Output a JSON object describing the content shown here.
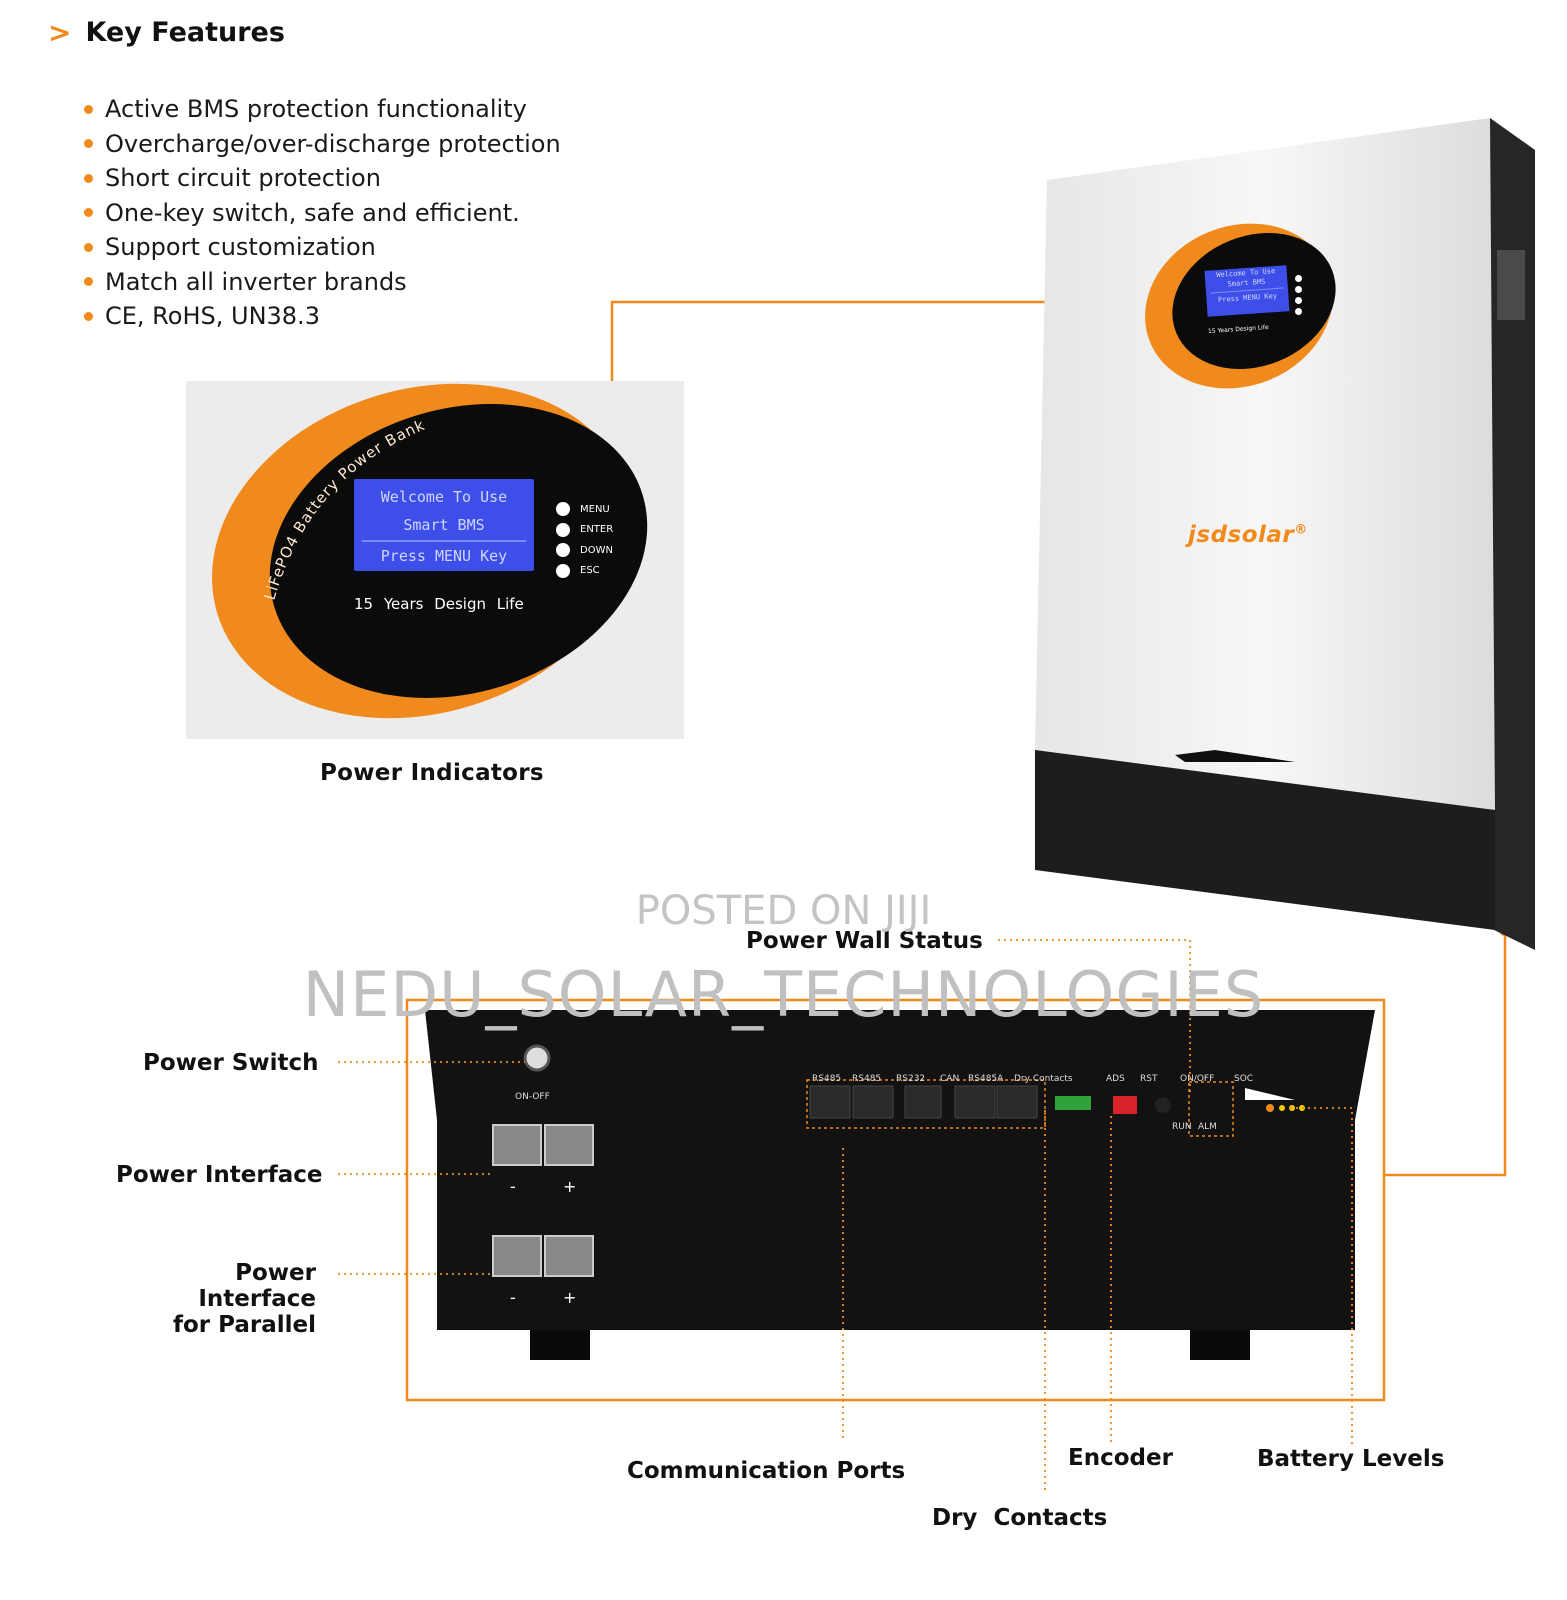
{
  "header": {
    "title": "Key Features"
  },
  "features": [
    "Active BMS protection functionality",
    "Overcharge/over-discharge protection",
    "Short circuit protection",
    "One-key switch, safe and efficient.",
    "Support customization",
    "Match all inverter brands",
    "CE, RoHS, UN38.3"
  ],
  "zoom": {
    "arc_text": "LiFePO4 Battery Power Bank",
    "lcd_line1": "Welcome To Use",
    "lcd_line2": "Smart BMS",
    "lcd_line3": "Press MENU Key",
    "buttons": [
      "MENU",
      "ENTER",
      "DOWN",
      "ESC"
    ],
    "design_life": "15 Years Design Life",
    "caption": "Power Indicators"
  },
  "unit": {
    "brand": "jsdsolar",
    "brand_mark": "®",
    "mini_lcd": [
      "Welcome To Use",
      "Smart BMS",
      "Press MENU Key"
    ],
    "mini_life": "15 Years Design Life"
  },
  "watermark": {
    "line1": "POSTED ON JIJI",
    "line2": "NEDU_SOLAR_TECHNOLOGIES"
  },
  "callouts": {
    "power_wall_status": "Power Wall Status",
    "power_switch": "Power Switch",
    "power_interface": "Power Interface",
    "power_interface_parallel_1": "Power Interface",
    "power_interface_parallel_2": "for Parallel",
    "communication_ports": "Communication Ports",
    "dry_contacts": "Dry  Contacts",
    "encoder": "Encoder",
    "battery_levels": "Battery Levels"
  },
  "panel": {
    "on_off": "ON-OFF",
    "minus": "-",
    "plus": "+",
    "ports": [
      "RS485",
      "RS485",
      "RS232",
      "CAN",
      "RS485A"
    ],
    "dry_contacts": "Dry Contacts",
    "ads": "ADS",
    "rst": "RST",
    "onoff": "ON/OFF",
    "soc": "SOC",
    "run": "RUN",
    "alm": "ALM"
  },
  "colors": {
    "accent": "#f08a1c",
    "lcd": "#3e4ee8",
    "panel": "#121212"
  }
}
